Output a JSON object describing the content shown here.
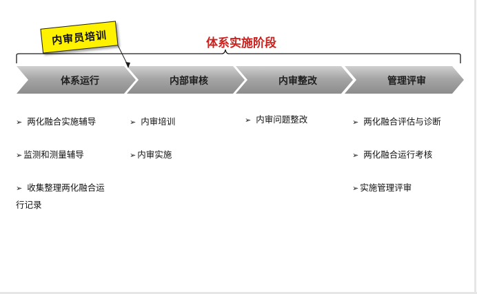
{
  "callout": {
    "label": "内审员培训"
  },
  "stage_title": "体系实施阶段",
  "phases": [
    {
      "label": "体系运行"
    },
    {
      "label": "内部审核"
    },
    {
      "label": "内审整改"
    },
    {
      "label": "管理评审"
    }
  ],
  "columns": [
    {
      "items": [
        {
          "text": "两化融合实施辅导"
        },
        {
          "text": "监测和测量辅导"
        },
        {
          "text_line1": "收集整理两化融合运",
          "text_line2": "行记录"
        }
      ]
    },
    {
      "items": [
        {
          "text": "内审培训"
        },
        {
          "text": "内审实施"
        }
      ]
    },
    {
      "items": [
        {
          "text": "内审问题整改"
        }
      ]
    },
    {
      "items": [
        {
          "text": "两化融合评估与诊断"
        },
        {
          "text": "两化融合运行考核"
        },
        {
          "text": "实施管理评审"
        }
      ]
    }
  ],
  "colors": {
    "chevron_fill": "#a3a3a3",
    "chevron_highlight": "#c7c7c7",
    "stage_title": "#c9211e",
    "callout_fill": "#fff200"
  },
  "bullet_glyph": "➢"
}
